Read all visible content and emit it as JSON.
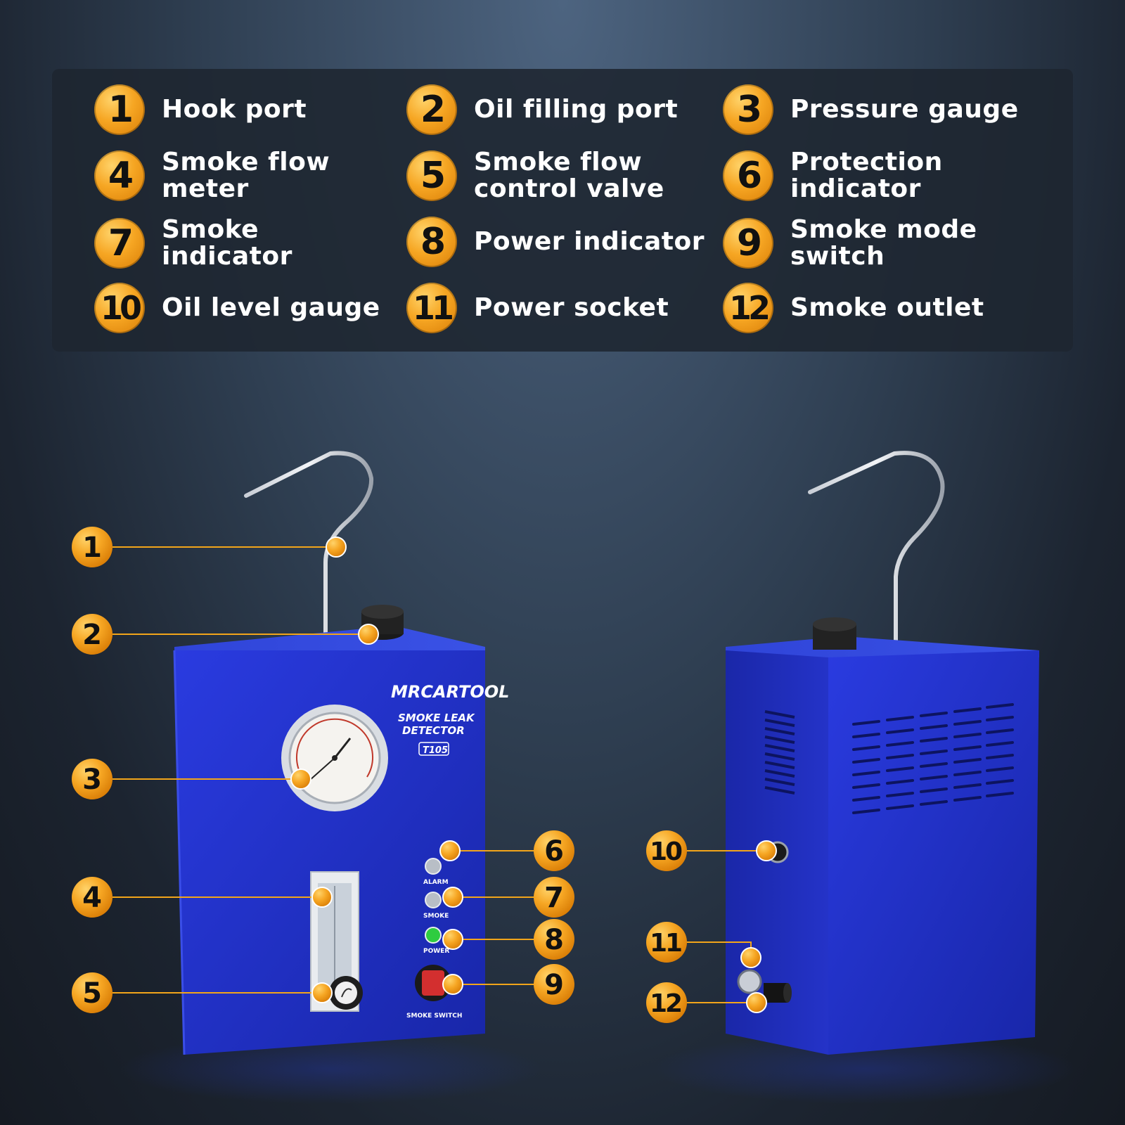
{
  "legend": [
    {
      "number": "1",
      "label": "Hook port"
    },
    {
      "number": "2",
      "label": "Oil filling port"
    },
    {
      "number": "3",
      "label": "Pressure gauge"
    },
    {
      "number": "4",
      "label": "Smoke flow\nmeter"
    },
    {
      "number": "5",
      "label": "Smoke flow\ncontrol valve"
    },
    {
      "number": "6",
      "label": "Protection\nindicator"
    },
    {
      "number": "7",
      "label": "Smoke\nindicator"
    },
    {
      "number": "8",
      "label": "Power indicator"
    },
    {
      "number": "9",
      "label": "Smoke mode\nswitch"
    },
    {
      "number": "10",
      "label": "Oil level gauge"
    },
    {
      "number": "11",
      "label": "Power socket"
    },
    {
      "number": "12",
      "label": "Smoke outlet"
    }
  ],
  "device": {
    "brand": "MRCARTOOL",
    "product_line1": "SMOKE LEAK",
    "product_line2": "DETECTOR",
    "model": "T105",
    "indicator_labels": [
      "ALARM",
      "SMOKE",
      "POWER"
    ],
    "switch_label": "SMOKE SWITCH"
  },
  "callouts": [
    "1",
    "2",
    "3",
    "4",
    "5",
    "6",
    "7",
    "8",
    "9",
    "10",
    "11",
    "12"
  ],
  "colors": {
    "badge": "#f6a623",
    "leader_line": "#f2a51a",
    "device_body": "#1f2fc0",
    "panel": "#1e2630"
  }
}
